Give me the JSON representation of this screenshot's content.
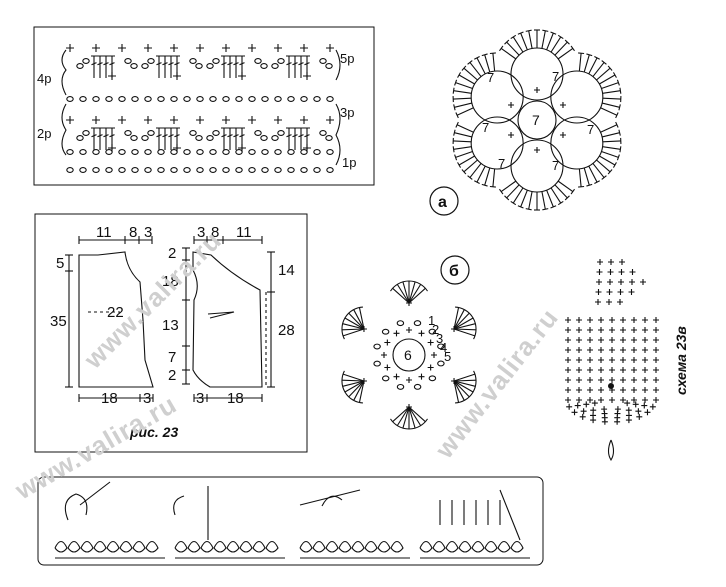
{
  "watermark": "www.valira.ru",
  "chart_rows": {
    "left": [
      "4р",
      "2р"
    ],
    "right": [
      "5р",
      "3р",
      "1р"
    ]
  },
  "motif_a": {
    "tag": "а",
    "center": "7",
    "petal_mark": "7"
  },
  "motif_b": {
    "tag": "б",
    "center": "6",
    "ring_marks": [
      "1",
      "2",
      "3",
      "4",
      "5"
    ]
  },
  "scheme_v": {
    "label": "схема 23в"
  },
  "pattern": {
    "caption": "рис. 23",
    "back": {
      "top": [
        "11",
        "8",
        "3"
      ],
      "left": [
        "5",
        "35"
      ],
      "inner": "22",
      "bottom": [
        "18",
        "3"
      ]
    },
    "front": {
      "top": [
        "3",
        "8",
        "11"
      ],
      "left": [
        "2",
        "18",
        "13",
        "7",
        "2"
      ],
      "right": [
        "14",
        "28"
      ],
      "bottom": [
        "3",
        "18"
      ]
    }
  },
  "steps_strip": {
    "panels": 4
  }
}
